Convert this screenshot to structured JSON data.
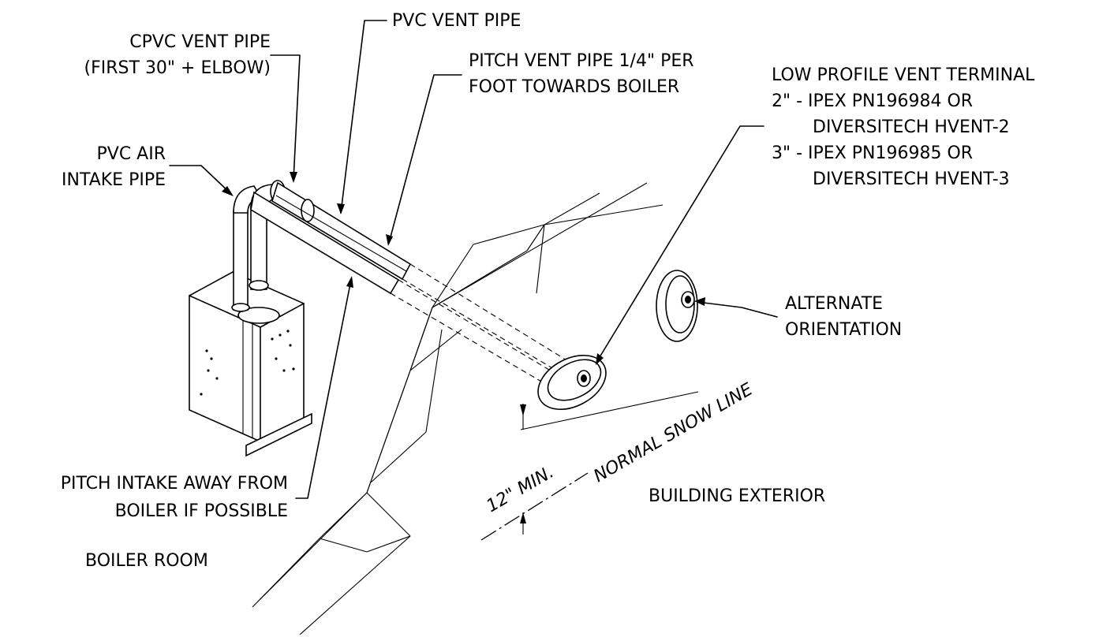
{
  "labels": {
    "pvc_vent_pipe": "PVC VENT PIPE",
    "cpvc_line1": "CPVC VENT PIPE",
    "cpvc_line2": "(FIRST 30\" + ELBOW)",
    "pitch_vent_line1": "PITCH VENT PIPE 1/4\" PER",
    "pitch_vent_line2": "FOOT TOWARDS BOILER",
    "terminal_line1": "LOW PROFILE VENT TERMINAL",
    "terminal_line2": "2\" - IPEX PN196984 OR",
    "terminal_line3": "DIVERSITECH HVENT-2",
    "terminal_line4": "3\" - IPEX PN196985 OR",
    "terminal_line5": "DIVERSITECH HVENT-3",
    "pvc_air_line1": "PVC AIR",
    "pvc_air_line2": "INTAKE PIPE",
    "alternate_line1": "ALTERNATE",
    "alternate_line2": "ORIENTATION",
    "snow_line": "NORMAL SNOW LINE",
    "min_clearance": "12\" MIN.",
    "pitch_intake_line1": "PITCH INTAKE AWAY FROM",
    "pitch_intake_line2": "BOILER IF POSSIBLE",
    "building_exterior": "BUILDING EXTERIOR",
    "boiler_room": "BOILER ROOM"
  }
}
